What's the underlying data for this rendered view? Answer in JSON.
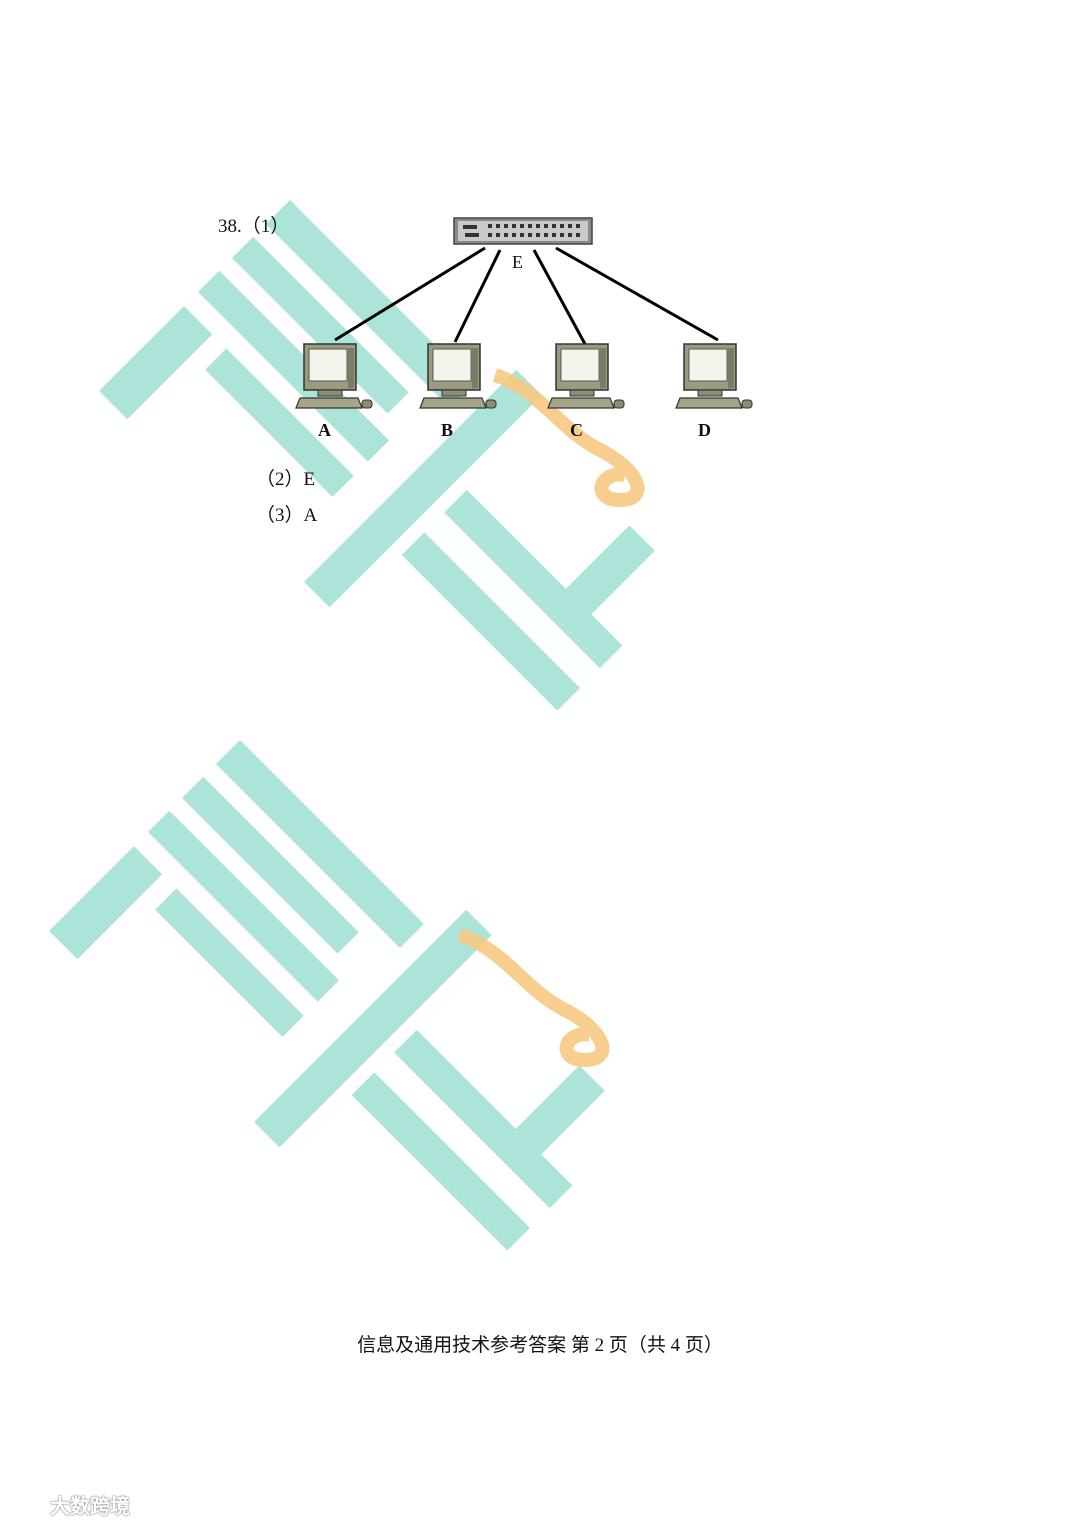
{
  "question": {
    "number": "38.（1）",
    "switch_label": "E",
    "computers": [
      "A",
      "B",
      "C",
      "D"
    ],
    "answers": [
      {
        "label": "（2）E"
      },
      {
        "label": "（3）A"
      }
    ]
  },
  "footer": {
    "text": "信息及通用技术参考答案  第 2 页（共 4 页）"
  },
  "brand_watermark": {
    "text": "大数跨境",
    "icon": "brand-logo-icon"
  },
  "colors": {
    "watermark_teal": "#9fe0d4",
    "watermark_gold": "#f5c77a",
    "line": "#000000"
  }
}
